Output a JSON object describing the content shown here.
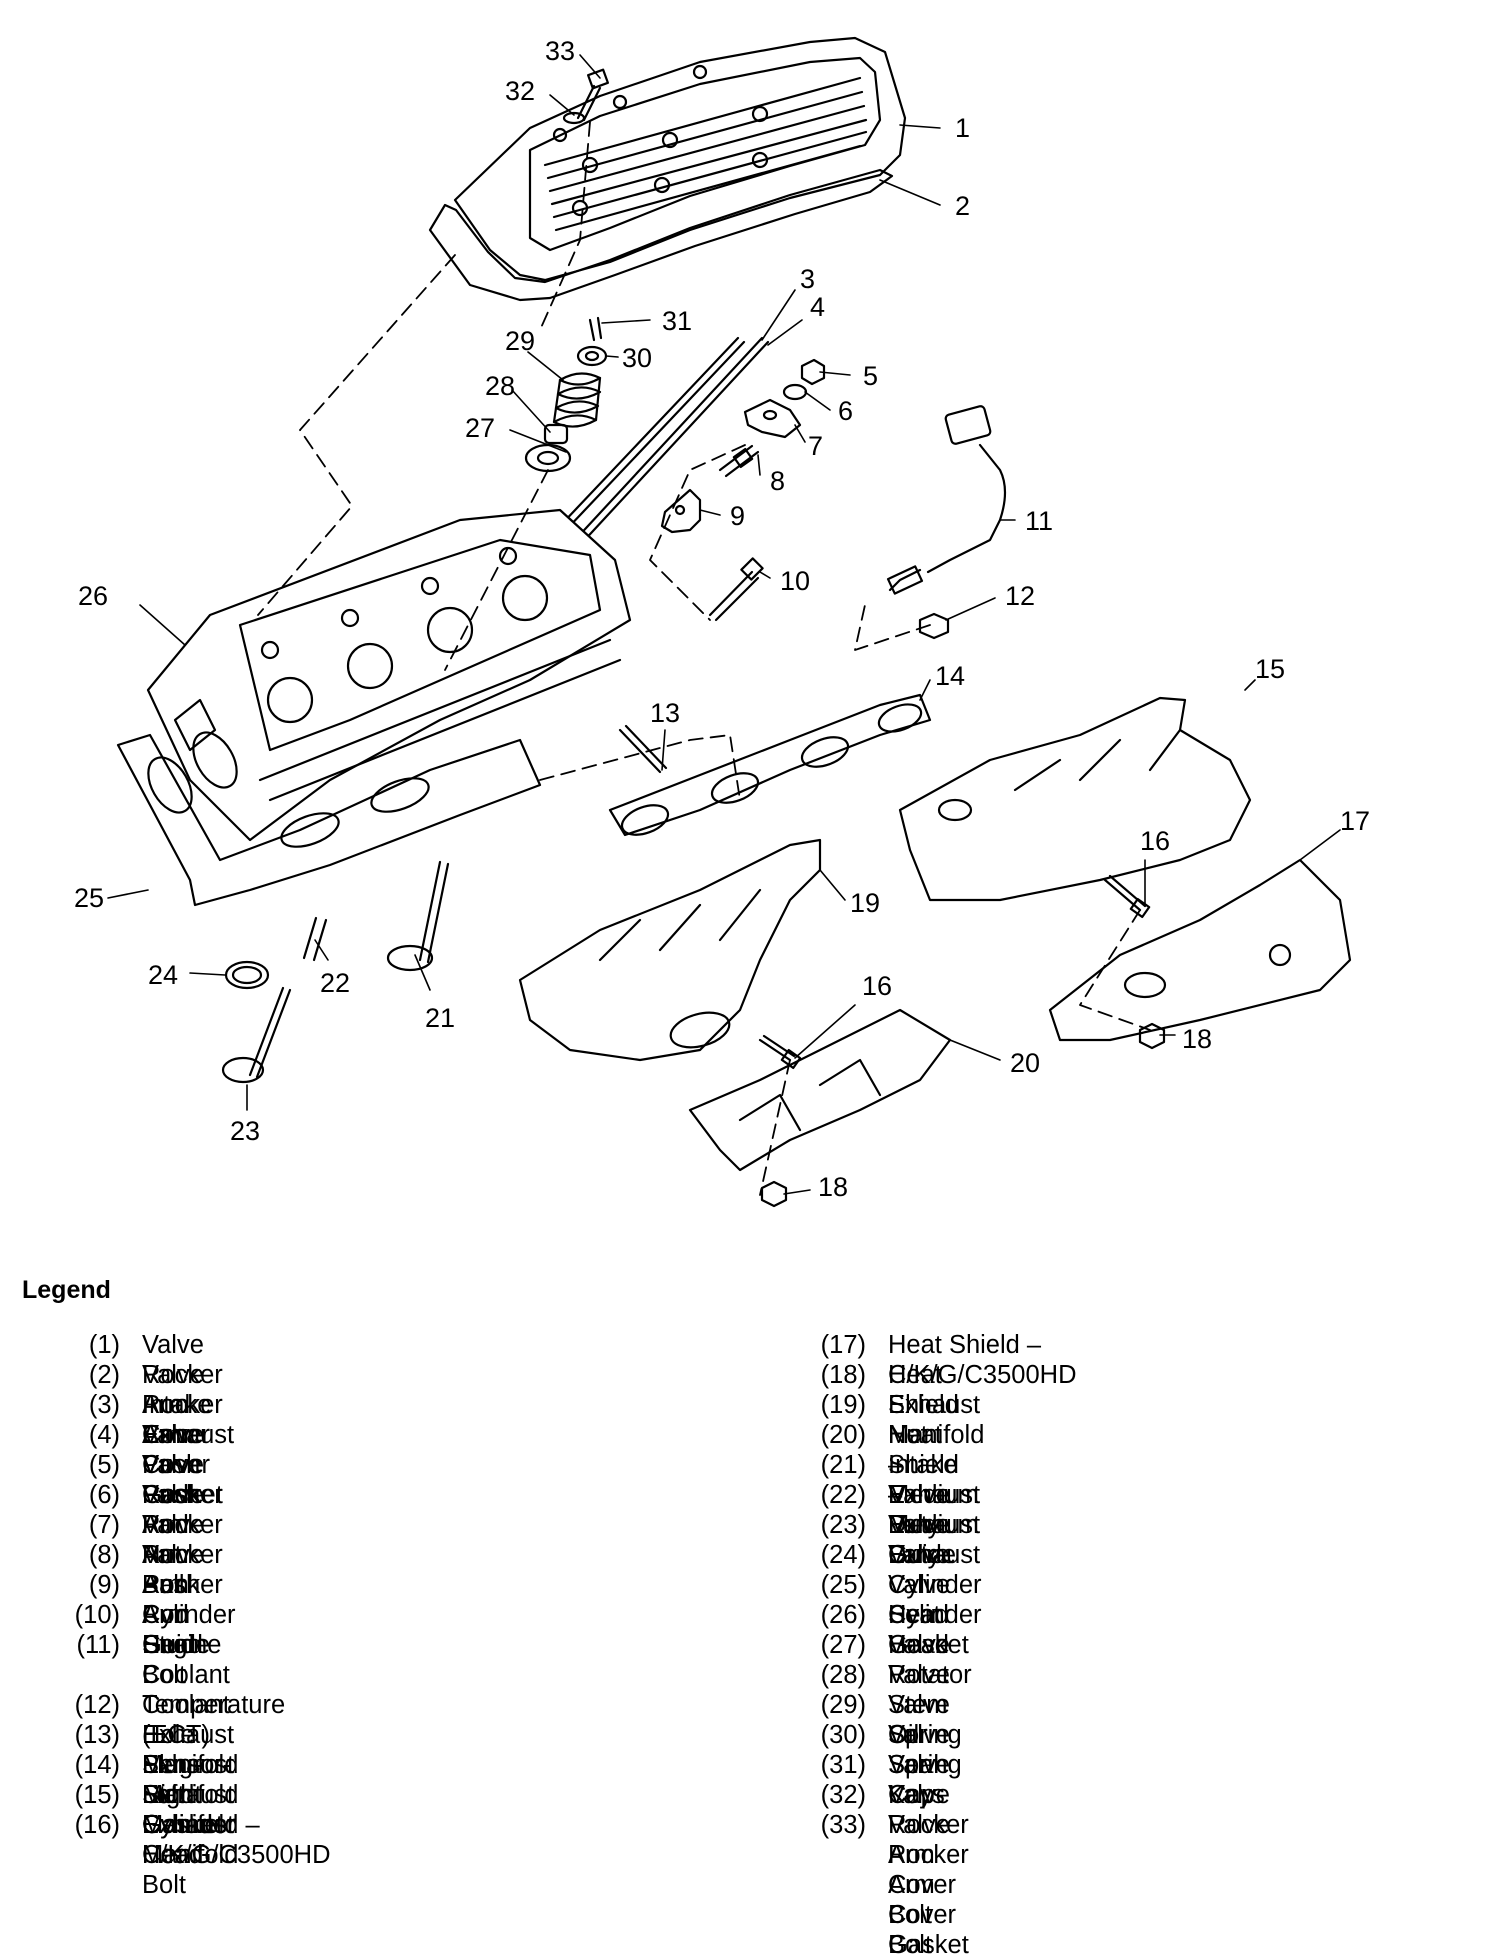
{
  "legend": {
    "title": "Legend",
    "items": [
      {
        "num": "(1)",
        "label": "Valve Rocker Arm Cover"
      },
      {
        "num": "(2)",
        "label": "Valve Rocker Arm Cover Gasket"
      },
      {
        "num": "(3)",
        "label": "Intake Valve Push Rod"
      },
      {
        "num": "(4)",
        "label": "Exhaust Valve Push Rod"
      },
      {
        "num": "(5)",
        "label": "Valve Rocker Arm Nut"
      },
      {
        "num": "(6)",
        "label": "Valve Rocker Arm Ball"
      },
      {
        "num": "(7)",
        "label": "Valve Rocker Arm"
      },
      {
        "num": "(8)",
        "label": "Valve Rocker Arm Stud"
      },
      {
        "num": "(9)",
        "label": "Push Rod Guide"
      },
      {
        "num": "(10)",
        "label": "Cylinder Head Bolt"
      },
      {
        "num": "(11)",
        "label": "Engine Coolant Temperature (ECT)\nSensor-Right Cylinder Head"
      },
      {
        "num": "(12)",
        "label": "Coolant Hole Plug-Left Cylinder Head"
      },
      {
        "num": "(13)",
        "label": "Exhaust Manifold Stud"
      },
      {
        "num": "(14)",
        "label": "Exhaust Manifold Gasket"
      },
      {
        "num": "(15)",
        "label": "Exhaust Manifold – C/K/G/C3500HD"
      },
      {
        "num": "(16)",
        "label": "Exhaust Manifold Bolt"
      },
      {
        "num": "(17)",
        "label": "Heat Shield – C/K/G/C3500HD"
      },
      {
        "num": "(18)",
        "label": "Heat Shield Nut"
      },
      {
        "num": "(19)",
        "label": "Exhaust Manifold – Medium Duty"
      },
      {
        "num": "(20)",
        "label": "Heat Shield – Medium Duty"
      },
      {
        "num": "(21)",
        "label": "Intake Valve"
      },
      {
        "num": "(22)",
        "label": "Exhaust Valve Guide"
      },
      {
        "num": "(23)",
        "label": "Exhaust Valve"
      },
      {
        "num": "(24)",
        "label": "Exhaust Valve Seat"
      },
      {
        "num": "(25)",
        "label": "Cylinder Head Gasket"
      },
      {
        "num": "(26)",
        "label": "Cylinder Head"
      },
      {
        "num": "(27)",
        "label": "Valve Rotator"
      },
      {
        "num": "(28)",
        "label": "Valve Stem Oil Seal"
      },
      {
        "num": "(29)",
        "label": "Valve Spring"
      },
      {
        "num": "(30)",
        "label": "Valve Spring Cap"
      },
      {
        "num": "(31)",
        "label": "Valve Keys"
      },
      {
        "num": "(32)",
        "label": "Valve Rocker Arm Cover Bolt Gasket"
      },
      {
        "num": "(33)",
        "label": "Valve Rocker Arm Cover Bolt"
      }
    ]
  },
  "callouts": [
    "1",
    "2",
    "3",
    "4",
    "5",
    "6",
    "7",
    "8",
    "9",
    "10",
    "11",
    "12",
    "13",
    "14",
    "15",
    "16",
    "17",
    "18",
    "19",
    "20",
    "21",
    "22",
    "23",
    "24",
    "25",
    "26",
    "27",
    "28",
    "29",
    "30",
    "31",
    "32",
    "33",
    "16",
    "18"
  ]
}
